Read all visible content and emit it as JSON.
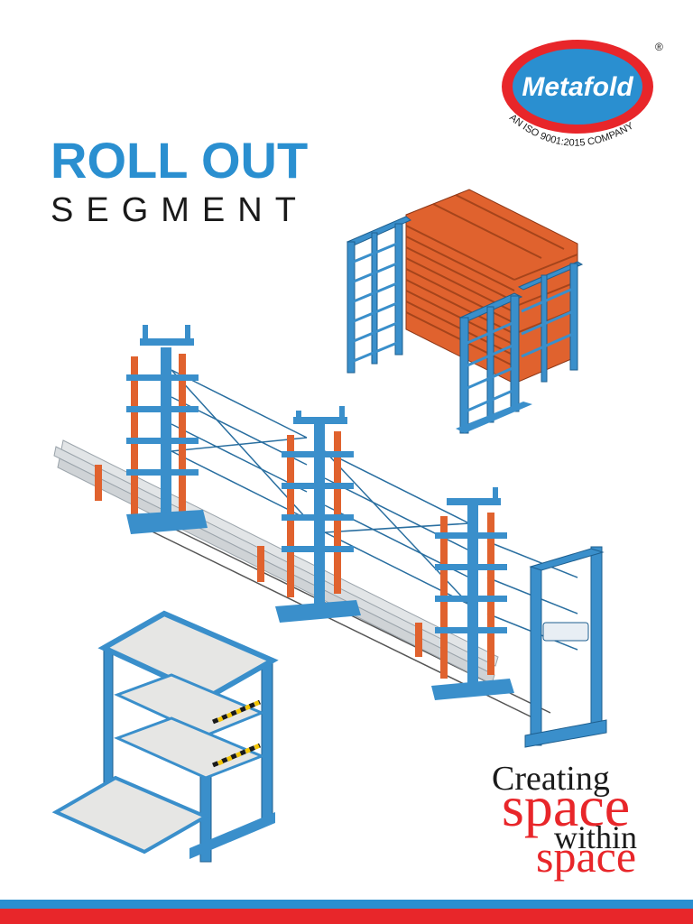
{
  "brand": {
    "name": "Metafold",
    "registered_mark": "®",
    "certification": "AN ISO 9001:2015 COMPANY"
  },
  "title": {
    "line1": "ROLL OUT",
    "line2": "SEGMENT"
  },
  "tagline": {
    "word1": "Creating",
    "word2": "space",
    "word3": "within",
    "word4": "space"
  },
  "colors": {
    "accent_blue": "#2a8fd0",
    "accent_red": "#e8262a",
    "rack_orange": "#e0622e",
    "rack_blue": "#3a8fcb"
  },
  "illustrations": [
    "sheet-rack-icon",
    "cantilever-rack-icon",
    "roll-out-shelf-rack-icon"
  ]
}
